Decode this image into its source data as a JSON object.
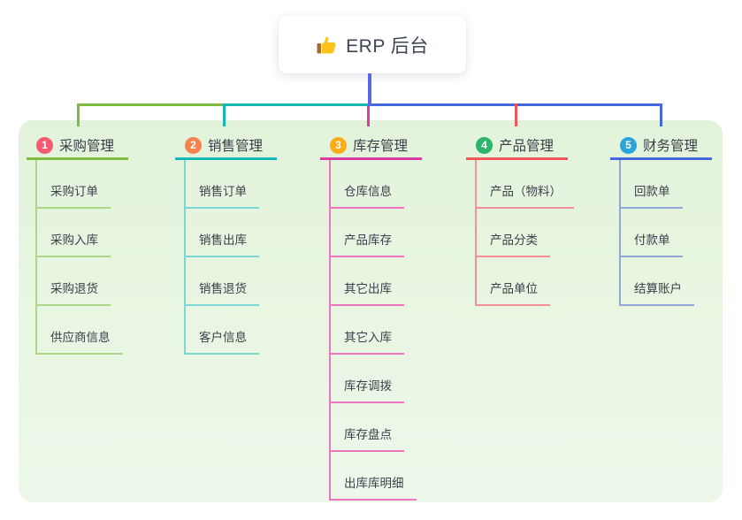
{
  "root": {
    "title": "ERP 后台",
    "icon": "thumbs-up-icon"
  },
  "colors": {
    "root_line": "#5A66E5",
    "panel_top": "#E3F3DB",
    "panel_bottom": "#EDF8EA"
  },
  "branches": [
    {
      "number": "1",
      "title": "采购管理",
      "badge_color": "#F25B70",
      "line_color": "#80BB41",
      "light_color": "#ACD787",
      "children": [
        "采购订单",
        "采购入库",
        "采购退货",
        "供应商信息"
      ]
    },
    {
      "number": "2",
      "title": "销售管理",
      "badge_color": "#F6834D",
      "line_color": "#14B8B4",
      "light_color": "#7DD6D2",
      "children": [
        "销售订单",
        "销售出库",
        "销售退货",
        "客户信息"
      ]
    },
    {
      "number": "3",
      "title": "库存管理",
      "badge_color": "#FBAC16",
      "line_color": "#DA3DA2",
      "light_color": "#EC77BF",
      "children": [
        "仓库信息",
        "产品库存",
        "其它出库",
        "其它入库",
        "库存调拨",
        "库存盘点",
        "出库库明细"
      ]
    },
    {
      "number": "4",
      "title": "产品管理",
      "badge_color": "#2DB36A",
      "line_color": "#F2555C",
      "light_color": "#F59195",
      "children": [
        "产品（物料）",
        "产品分类",
        "产品单位"
      ]
    },
    {
      "number": "5",
      "title": "财务管理",
      "badge_color": "#2AA4DB",
      "line_color": "#4568DF",
      "light_color": "#93A6D8",
      "children": [
        "回款单",
        "付款单",
        "结算账户"
      ]
    }
  ]
}
